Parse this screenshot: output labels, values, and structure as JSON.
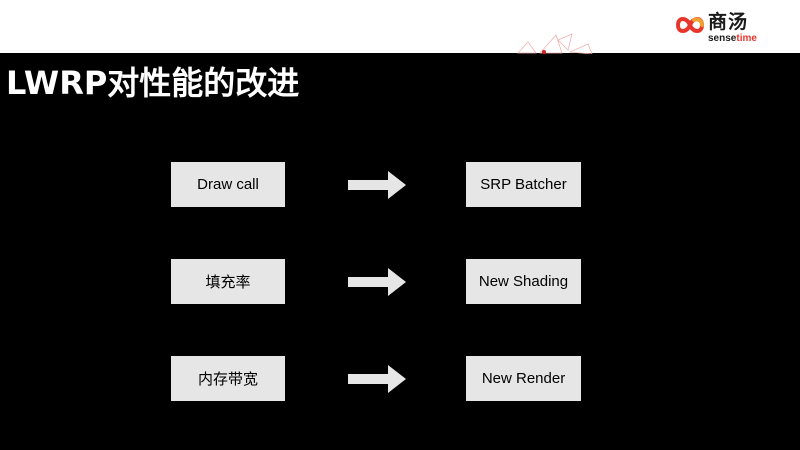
{
  "header": {
    "logo": {
      "name_cn": "商汤",
      "name_en_prefix": "sense",
      "name_en_suffix": "time",
      "icon": "infinity-logo-icon"
    }
  },
  "slide": {
    "title": "LWRP对性能的改进",
    "rows": [
      {
        "from": "Draw call",
        "to": "SRP Batcher",
        "arrow_icon": "arrow-right-icon"
      },
      {
        "from": "填充率",
        "to": "New Shading",
        "arrow_icon": "arrow-right-icon"
      },
      {
        "from": "内存带宽",
        "to": "New Render",
        "arrow_icon": "arrow-right-icon"
      }
    ]
  },
  "colors": {
    "background": "#000000",
    "header_band": "#ffffff",
    "box_fill": "#e7e6e6",
    "arrow_fill": "#e6e6e6",
    "brand_red": "#e8362d",
    "brand_orange": "#f0a030"
  }
}
